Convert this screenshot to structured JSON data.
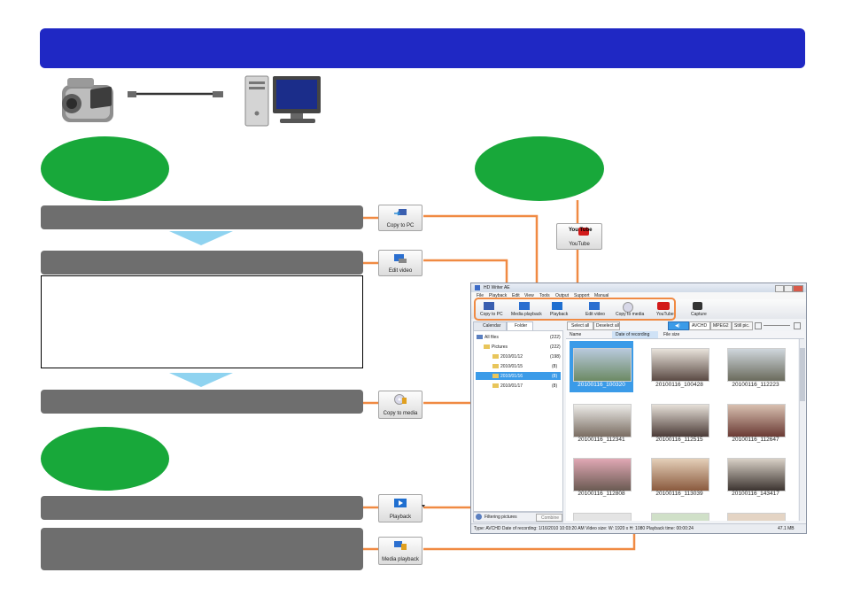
{
  "buttons": {
    "copy_to_pc": "Copy to PC",
    "edit_video": "Edit video",
    "copy_to_media": "Copy to media",
    "playback": "Playback",
    "media_playback": "Media playback",
    "youtube": "YouTube",
    "youtube_logo": "You Tube"
  },
  "app": {
    "window_title": "HD Writer AE",
    "menu": [
      "File",
      "Playback",
      "Edit",
      "View",
      "Tools",
      "Output",
      "Support",
      "Manual"
    ],
    "toolbar": [
      "Copy to PC",
      "Media playback",
      "Playback",
      "Edit video",
      "Copy to media",
      "YouTube",
      "Capture"
    ],
    "format_tabs": [
      "AVCHD",
      "MPEG2",
      "Still pic."
    ],
    "left_tabs": [
      "Calendar",
      "Folder"
    ],
    "tree": [
      {
        "label": "All files",
        "count": "(222)"
      },
      {
        "label": "Pictures",
        "count": "(222)"
      },
      {
        "label": "2010/01/12",
        "count": "(198)"
      },
      {
        "label": "2010/01/15",
        "count": "(8)"
      },
      {
        "label": "2010/01/16",
        "count": "(8)"
      },
      {
        "label": "2010/01/17",
        "count": "(8)"
      }
    ],
    "select_all": "Select all",
    "deselect_all": "Deselect all",
    "columns": [
      "Name",
      "Date of recording",
      "File size"
    ],
    "thumbnails": [
      "20100116_100320",
      "20100116_100428",
      "20100116_112223",
      "20100116_112341",
      "20100116_112515",
      "20100116_112647",
      "20100116_112808",
      "20100116_113039",
      "20100116_143417"
    ],
    "filter_label": "Filtering pictures",
    "filter_button": "Combine",
    "status": "Type: AVCHD   Date of recording: 1/16/2010 10:03:20 AM   Video size: W: 1920 x H: 1080   Playback time: 00:00:24",
    "status_size": "47.1 MB"
  },
  "colors": {
    "title_bar": "#1f28c4",
    "oval": "#18a83a",
    "step_bar": "#6e6e6e",
    "arrow": "#8fd3f0",
    "connector": "#f08a43",
    "selection": "#3b9be8"
  }
}
